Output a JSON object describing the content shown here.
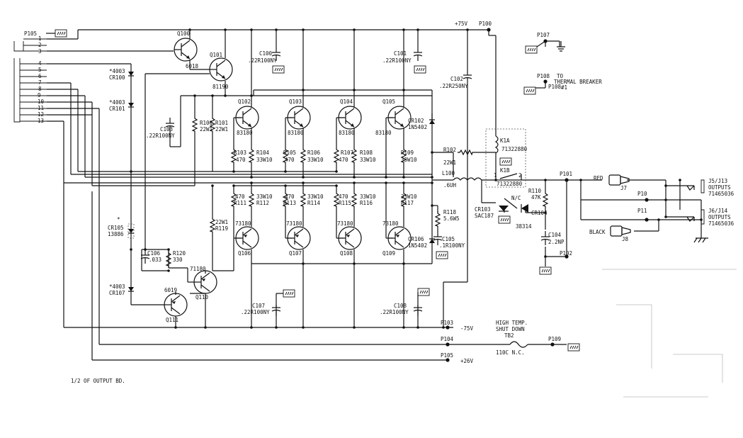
{
  "connector": {
    "name": "P105",
    "pins": [
      "1",
      "2",
      "3",
      "4",
      "5",
      "6",
      "7",
      "8",
      "9",
      "10",
      "11",
      "12",
      "13"
    ]
  },
  "rails": {
    "pos75": {
      "label": "+75V",
      "pin": "P100"
    },
    "neg75": {
      "label": "-75V",
      "pin": "P103"
    },
    "p104": "P104",
    "pos26": {
      "label": "+26V",
      "pin": "P105"
    }
  },
  "caption": "1/2 OF OUTPUT BD.",
  "driver_transistors": [
    {
      "ref": "Q100",
      "part": "6018"
    },
    {
      "ref": "Q101",
      "part": "81190"
    },
    {
      "ref": "Q110",
      "part": "71180"
    },
    {
      "ref": "Q111",
      "part": "6019"
    }
  ],
  "npn_outputs": [
    {
      "ref": "Q102",
      "part": "83180"
    },
    {
      "ref": "Q103",
      "part": "83180"
    },
    {
      "ref": "Q104",
      "part": "83180"
    },
    {
      "ref": "Q105",
      "part": "83180"
    }
  ],
  "pnp_outputs": [
    {
      "ref": "Q106",
      "part": "73180"
    },
    {
      "ref": "Q107",
      "part": "73180"
    },
    {
      "ref": "Q108",
      "part": "73180"
    },
    {
      "ref": "Q109",
      "part": "73180"
    }
  ],
  "diodes": {
    "cr100": {
      "type": "*4003",
      "ref": "CR100"
    },
    "cr101": {
      "type": "*4003",
      "ref": "CR101"
    },
    "cr105": {
      "type": "*",
      "ref": "CR105",
      "part": "13886"
    },
    "cr107": {
      "type": "*4003",
      "ref": "CR107"
    },
    "cr102": {
      "ref": "CR102",
      "part": "1N5402"
    },
    "cr106": {
      "ref": "CR106",
      "part": "1N5402"
    },
    "cr103": {
      "ref": "CR103",
      "part": "SAC187"
    },
    "cr104": {
      "ref": "CR104",
      "part": "38314"
    }
  },
  "caps": {
    "c100": {
      "ref": "C100",
      "value": ".22R100NY"
    },
    "c101": {
      "ref": "C101",
      "value": ".22R100NY"
    },
    "c102": {
      "ref": "C102",
      "value": ".22R250NY"
    },
    "c103": {
      "ref": "C103",
      "value": ".22R100NY"
    },
    "c105": {
      "ref": "C105",
      "value": ".1R100NY"
    },
    "c106": {
      "ref": "C106",
      "value": ".033"
    },
    "c107": {
      "ref": "C107",
      "value": ".22R100NY"
    },
    "c108": {
      "ref": "C108",
      "value": ".22R100NY"
    },
    "c104": {
      "ref": "C104",
      "value": "2.2NP"
    }
  },
  "resistors": {
    "r100": {
      "ref": "R100",
      "value": "22W1"
    },
    "r101": {
      "ref": "R101",
      "value": "22W1"
    },
    "r119": {
      "ref": "R119",
      "value": "22W1"
    },
    "r120": {
      "ref": "R120",
      "value": "330"
    },
    "r102": {
      "ref": "R102",
      "value": "22W1"
    },
    "r118": {
      "ref": "R118",
      "value": "5.6W5"
    },
    "r110": {
      "ref": "R110",
      "value": "47K"
    },
    "upper_base": [
      {
        "ref": "R103",
        "value": "470"
      },
      {
        "ref": "R105",
        "value": "470"
      },
      {
        "ref": "R107",
        "value": "470"
      }
    ],
    "upper_emitter": [
      {
        "ref": "R104",
        "value": "33W10"
      },
      {
        "ref": "R106",
        "value": "33W10"
      },
      {
        "ref": "R108",
        "value": "33W10"
      },
      {
        "ref": "R109",
        "value": "33W10"
      }
    ],
    "lower_base": [
      {
        "ref": "R111",
        "value": "470"
      },
      {
        "ref": "R113",
        "value": "470"
      },
      {
        "ref": "R115",
        "value": "470"
      }
    ],
    "lower_emitter": [
      {
        "ref": "R112",
        "value": "33W10"
      },
      {
        "ref": "R114",
        "value": "33W10"
      },
      {
        "ref": "R116",
        "value": "33W10"
      },
      {
        "ref": "R117",
        "value": "33W10"
      }
    ]
  },
  "inductor": {
    "ref": "L100",
    "value": ".6UH"
  },
  "relay": {
    "k1a": "K1A",
    "k1b": "K1B",
    "part": "71322880",
    "pin1": "1",
    "pin2": "2"
  },
  "nc_label": "N/C",
  "pins_right": {
    "p101": "P101",
    "p102": "P102",
    "p107": "P107",
    "p108": "P108",
    "p10": "P10",
    "p11": "P11",
    "p109": "P109"
  },
  "thermal": {
    "to": "TO",
    "text": "THERMAL BREAKER",
    "num": "#1",
    "p108_tag": "P108",
    "p108_tag2": "TO"
  },
  "shutdown": {
    "line1": "HIGH TEMP.",
    "line2": "SHUT DOWN",
    "ref": "TB2",
    "rating": "110C N.C."
  },
  "outputs": {
    "red": "RED",
    "black": "BLACK",
    "j7": "J7",
    "j8": "J8",
    "j5": "J5/J13",
    "j6": "J6/J14",
    "outputs_label": "OUTPUTS",
    "part": "71465036"
  }
}
